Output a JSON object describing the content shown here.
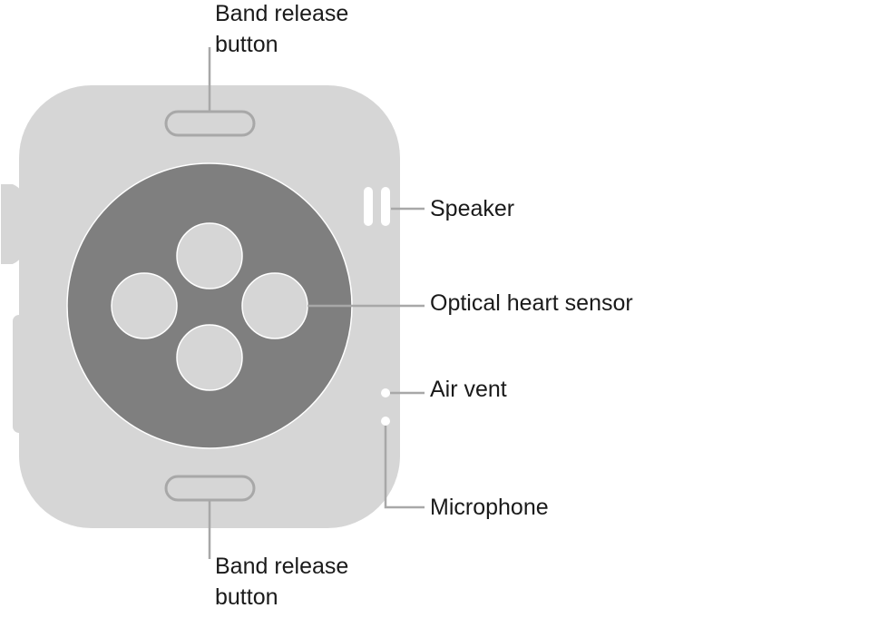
{
  "labels": {
    "band_release_top": [
      "Band release",
      "button"
    ],
    "speaker": "Speaker",
    "optical_heart_sensor": "Optical heart sensor",
    "air_vent": "Air vent",
    "microphone": "Microphone",
    "band_release_bottom": [
      "Band release",
      "button"
    ]
  },
  "colors": {
    "body": "#d6d6d6",
    "sensor": "#7f7f7f",
    "leader": "#a8a8a8",
    "outline": "#ffffff"
  }
}
